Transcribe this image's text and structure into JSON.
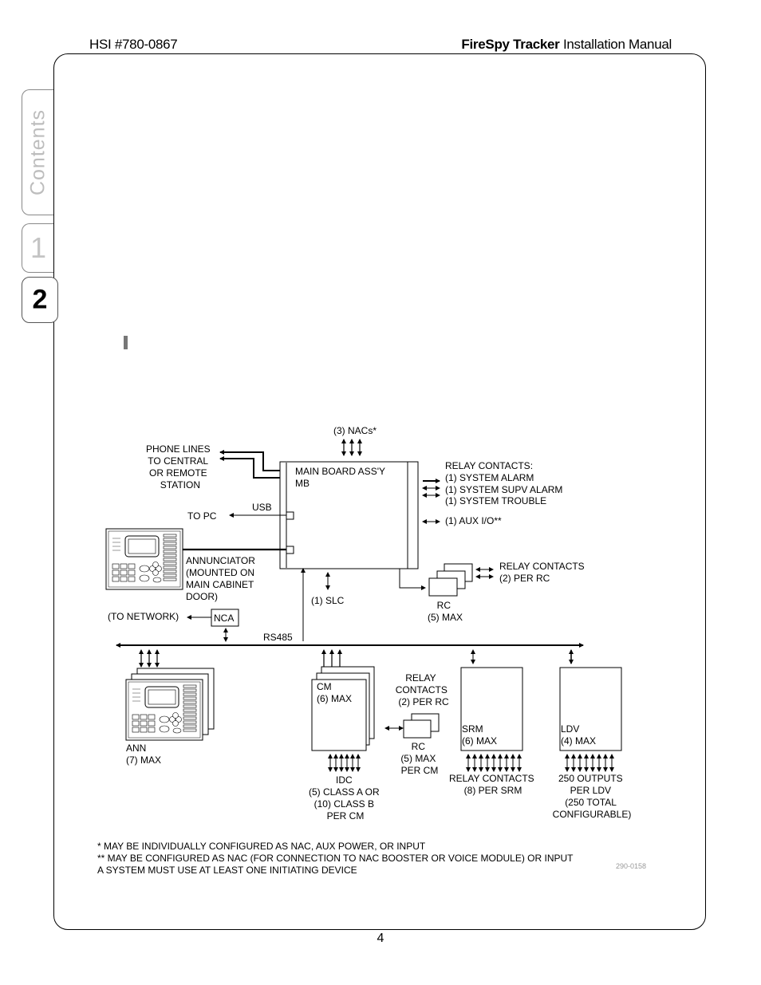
{
  "header": {
    "doc_id": "HSI #780-0867",
    "product": "FireSpy Tracker",
    "manual": "Installation Manual"
  },
  "tabs": {
    "contents": "Contents",
    "chapter1": "1",
    "chapter2": "2"
  },
  "diagram": {
    "nacs": "(3) NACs*",
    "phone": [
      "PHONE LINES",
      "TO CENTRAL",
      "OR REMOTE",
      "STATION"
    ],
    "main_board": [
      "MAIN BOARD ASS'Y",
      "MB"
    ],
    "usb": "USB",
    "to_pc": "TO PC",
    "relay_contacts_main": [
      "RELAY CONTACTS:",
      "(1) SYSTEM ALARM",
      "(1) SYSTEM SUPV ALARM",
      "(1) SYSTEM TROUBLE"
    ],
    "aux_io": "(1) AUX I/O**",
    "annunciator": [
      "ANNUNCIATOR",
      "(MOUNTED ON",
      "MAIN CABINET",
      "DOOR)"
    ],
    "relay_contacts_rc": [
      "RELAY CONTACTS",
      "(2) PER RC"
    ],
    "slc": "(1) SLC",
    "rc_top": [
      "RC",
      "(5) MAX"
    ],
    "to_network": "(TO NETWORK)",
    "nca": "NCA",
    "rs485": "RS485",
    "ann": [
      "ANN",
      "(7) MAX"
    ],
    "cm": [
      "CM",
      "(6) MAX"
    ],
    "relay_contacts_cm": [
      "RELAY",
      "CONTACTS",
      "(2) PER RC"
    ],
    "rc_cm": [
      "RC",
      "(5) MAX",
      "PER CM"
    ],
    "idc": [
      "IDC",
      "(5) CLASS A OR",
      "(10) CLASS B",
      "PER CM"
    ],
    "srm": [
      "SRM",
      "(6) MAX"
    ],
    "relay_contacts_srm": [
      "RELAY CONTACTS",
      "(8) PER SRM"
    ],
    "ldv": [
      "LDV",
      "(4) MAX"
    ],
    "ldv_outputs": [
      "250 OUTPUTS",
      "PER LDV",
      "(250 TOTAL",
      "CONFIGURABLE)"
    ],
    "footnotes": [
      "*  MAY BE INDIVIDUALLY CONFIGURED AS NAC, AUX POWER, OR INPUT",
      "** MAY BE CONFIGURED AS NAC (FOR CONNECTION TO NAC BOOSTER OR VOICE MODULE) OR INPUT",
      "A SYSTEM MUST USE AT LEAST ONE INITIATING DEVICE"
    ],
    "figure_id": "290-0158"
  },
  "page_number": "4"
}
